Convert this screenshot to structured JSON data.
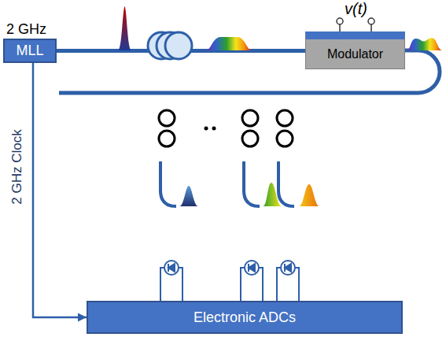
{
  "diagram": {
    "nodes": [
      {
        "text": [
          "MLL"
        ]
      },
      {
        "text": [
          "Modulator"
        ]
      },
      {
        "text": [
          "Electronic ADCs"
        ]
      }
    ],
    "edges": [
      {
        "from": 0,
        "to": 1,
        "arrow": "none"
      },
      {
        "from": 0,
        "to": 2,
        "arrow": "to",
        "label": "2 GHz Clock"
      }
    ],
    "labels": [
      "2 GHz",
      "v(t)"
    ]
  }
}
